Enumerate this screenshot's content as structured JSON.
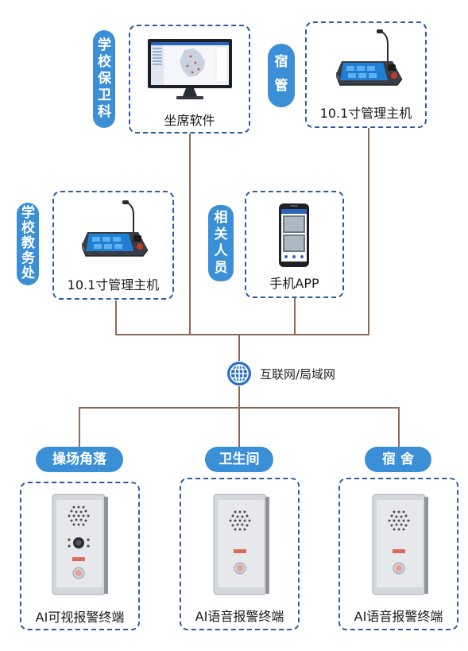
{
  "network": {
    "label": "互联网/局域网",
    "icon": "globe-icon"
  },
  "top_nodes": [
    {
      "role": "学校保卫科",
      "device": "坐席软件",
      "icon": "monitor-icon"
    },
    {
      "role": "宿管",
      "device": "10.1寸管理主机",
      "icon": "console-icon"
    },
    {
      "role": "学校教务处",
      "device": "10.1寸管理主机",
      "icon": "console-icon"
    },
    {
      "role": "相关人员",
      "device": "手机APP",
      "icon": "phone-icon"
    }
  ],
  "terminals": [
    {
      "location": "操场角落",
      "device": "AI可视报警终端",
      "icon": "video-alarm-terminal-icon"
    },
    {
      "location": "卫生间",
      "device": "AI语音报警终端",
      "icon": "voice-alarm-terminal-icon"
    },
    {
      "location": "宿 舍",
      "device": "AI语音报警终端",
      "icon": "voice-alarm-terminal-icon"
    }
  ],
  "colors": {
    "tag": "#3b8fd6",
    "border": "#2f5c9e",
    "line": "#8c6a58"
  }
}
